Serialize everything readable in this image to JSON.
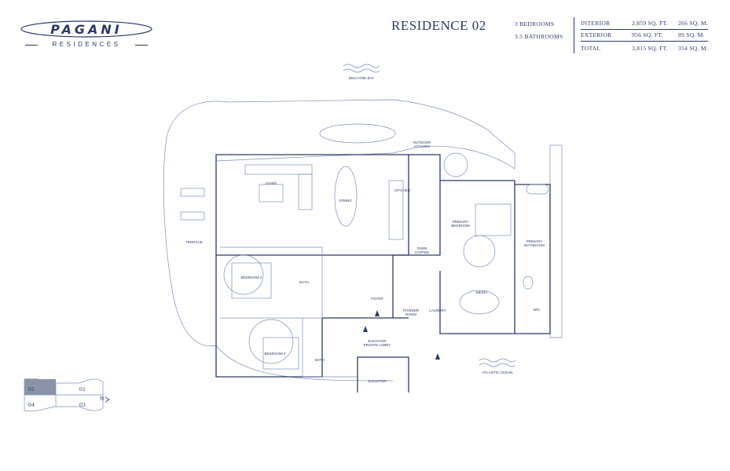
{
  "brand": {
    "name": "PAGANI",
    "subtitle": "RESIDENCES"
  },
  "residence": {
    "title": "RESIDENCE 02",
    "bedrooms": "3 BEDROOMS",
    "bathrooms": "3.5 BATHROOMS"
  },
  "area_table": {
    "rows": [
      {
        "label": "INTERIOR",
        "sqft": "2,859 SQ. FT.",
        "sqm": "266 SQ. M."
      },
      {
        "label": "EXTERIOR",
        "sqft": "956 SQ. FT.",
        "sqm": "89 SQ. M."
      },
      {
        "label": "TOTAL",
        "sqft": "3,815 SQ. FT.",
        "sqm": "354 SQ. M."
      }
    ]
  },
  "plan": {
    "north_label": "BISCAYNE BAY",
    "east_label": "ATLANTIC OCEAN",
    "rooms": {
      "living": "LIVING",
      "dining": "DINING",
      "kitchen": "KITCHEN",
      "outdoor_kitchen": "OUTDOOR KITCHEN",
      "terrace": "TERRACE",
      "primary_bedroom": "PRIMARY BEDROOM",
      "primary_bathroom": "PRIMARY BATHROOM",
      "bedroom2": "BEDROOM 2",
      "bedroom3": "BEDROOM 3",
      "bath": "BATH",
      "bath3": "BATH",
      "wic": "W/C",
      "foyer": "FOYER",
      "powder": "POWDER ROOM",
      "laundry": "LAUNDRY",
      "media": "MEDIA",
      "elevator_lobby": "ELEVATOR PRIVATE LOBBY",
      "elevator": "ELEVATOR",
      "coffee": "OVEN COFFEE"
    }
  },
  "keyplan": {
    "units": [
      "02",
      "01",
      "03",
      "04"
    ],
    "north": "N"
  },
  "colors": {
    "ink": "#2b3a63",
    "line": "#7d8fb8",
    "highlight": "#8b93a8"
  }
}
